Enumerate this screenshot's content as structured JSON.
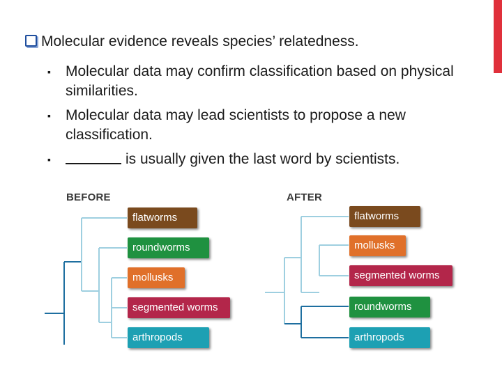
{
  "slide": {
    "main_bullet": "Molecular evidence reveals species’ relatedness.",
    "sub_bullets": [
      "Molecular data may confirm classification based on physical similarities.",
      "Molecular data may lead scientists to propose a new classification.",
      "is usually given the last word by scientists."
    ]
  },
  "colors": {
    "accent": "#e0303b",
    "flatworms": "#7a4a1e",
    "roundworms": "#1f9140",
    "mollusks": "#e0702a",
    "segmented_worms": "#b3264a",
    "arthropods": "#1da0b3",
    "line_light": "#9ecfe0",
    "line_dark": "#1e6fa0"
  },
  "before": {
    "label": "BEFORE",
    "taxa": [
      "flatworms",
      "roundworms",
      "mollusks",
      "segmented worms",
      "arthropods"
    ]
  },
  "after": {
    "label": "AFTER",
    "taxa": [
      "flatworms",
      "mollusks",
      "segmented worms",
      "roundworms",
      "arthropods"
    ]
  }
}
